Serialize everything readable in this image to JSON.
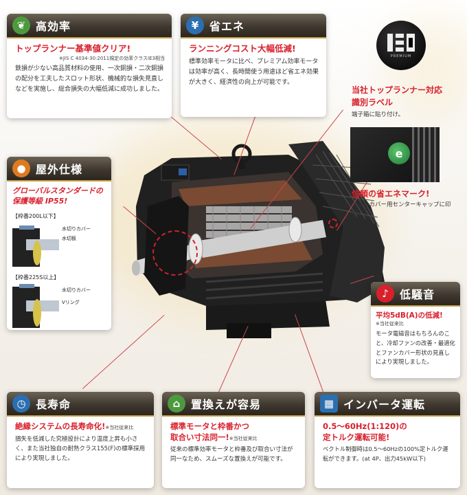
{
  "colors": {
    "accent_red": "#d8202c",
    "card_header": "#3f382f",
    "gold_rule": "#c9a24a",
    "icon_green": "#4d9a3e",
    "icon_blue": "#2c6fb0",
    "icon_orange": "#e07a1f",
    "icon_red": "#d8202c"
  },
  "efficiency": {
    "icon": "leaf-icon",
    "title": "高効率",
    "lead": "トップランナー基準値クリア!",
    "note": "※JIS C 4034-30:2011規定の効率クラスIE3相当",
    "text": "鉄損が少ない高品質材料の使用、一次銅損・二次銅損の配分を工夫したスロット形状、機械的な損失見直しなどを実施し、総合損失の大幅低減に成功しました。"
  },
  "energy": {
    "icon": "yen-icon",
    "title": "省エネ",
    "lead": "ランニングコスト大幅低減!",
    "text": "標準効率モータに比べ、プレミアム効率モータは効率が高く、長時間使う用途ほど省エネ効果が大きく、経済性の向上が可能です。"
  },
  "label": {
    "badge_text": "PREMIUM",
    "lead_line1": "当社トップランナー対応",
    "lead_line2": "識別ラベル",
    "sub": "端子箱に貼り付け。"
  },
  "mark": {
    "lead": "信頼の省エネマーク!",
    "sub": "ファンカバー用センターキャップに印刷。"
  },
  "outdoor": {
    "icon": "water-drop-icon",
    "title": "屋外仕様",
    "lead_line1": "グローバルスタンダードの",
    "lead_line2": "保護等級 IP55!",
    "frame1": "【枠番200L以下】",
    "frame1_labels": [
      "水切りカバー",
      "水切板"
    ],
    "frame2": "【枠番225S以上】",
    "frame2_labels": [
      "水切りカバー",
      "Vリング"
    ]
  },
  "noise": {
    "icon": "sound-icon",
    "title": "低騒音",
    "lead": "平均5dB(A)の低減!",
    "note": "※当社従来比",
    "text": "モータ電磁音はもちろんのこと、冷却ファンの改善・最適化とファンカバー形状の見直しにより実現しました。"
  },
  "life": {
    "icon": "clock-icon",
    "title": "長寿命",
    "lead": "絶縁システムの長寿命化!",
    "note": "※当社従来比",
    "text": "損失を低減した究極設計により温度上昇も小さく、また当社独自の耐熱クラス155(F)の標準採用により実現しました。"
  },
  "replace": {
    "icon": "house-icon",
    "title": "置換えが容易",
    "lead_line1": "標準モータと枠番かつ",
    "lead_line2": "取合い寸法同一!",
    "note": "※当社従来比",
    "text": "従来の標準効率モータと枠番及び取合い寸法が同一なため、スムーズな置換えが可能です。"
  },
  "inverter": {
    "icon": "inverter-icon",
    "title": "インバータ運転",
    "lead_line1": "0.5〜60Hz(1:120)の",
    "lead_line2": "定トルク運転可能!",
    "text": "ベクトル制御時は0.5〜60Hzの100%定トルク運転ができます。(at 4P、出力45kW以下)"
  }
}
